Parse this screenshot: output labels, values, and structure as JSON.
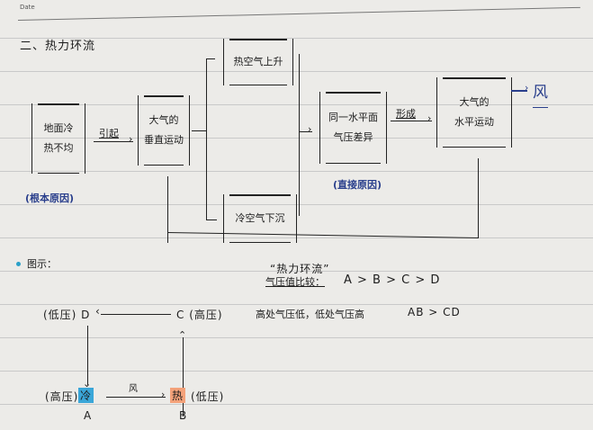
{
  "header": {
    "date_label": "Date"
  },
  "section_title": "二、热力环流",
  "flow": {
    "cause_box": [
      "地面冷",
      "热不均"
    ],
    "cause_note": "(根本原因)",
    "arrow1_label": "引起",
    "vertical_motion_box": [
      "大气的",
      "垂直运动"
    ],
    "rise_box": "热空气上升",
    "sink_box": "冷空气下沉",
    "pressure_diff_box": [
      "同一水平面",
      "气压差异"
    ],
    "direct_cause_note": "(直接原因)",
    "arrow2_label": "形成",
    "horizontal_motion_box": [
      "大气的",
      "水平运动"
    ],
    "result": "风",
    "loop_label": "“热力环流”"
  },
  "diagram": {
    "heading": "图示：",
    "comparison_label": "气压值比较：",
    "comparison_value": "A > B > C > D",
    "rule": "高处气压低，低处气压高",
    "rule_compare": "AB > CD",
    "D_label": "(低压) D",
    "C_label": "C (高压)",
    "A_pressure": "(高压)",
    "A_temp": "冷",
    "A_name": "A",
    "B_temp": "热",
    "B_pressure": "(低压)",
    "B_name": "B",
    "wind_label": "风",
    "colors": {
      "cold": "#3aa6d8",
      "hot": "#f4a27a",
      "ink_blue": "#2a3f8c"
    }
  }
}
